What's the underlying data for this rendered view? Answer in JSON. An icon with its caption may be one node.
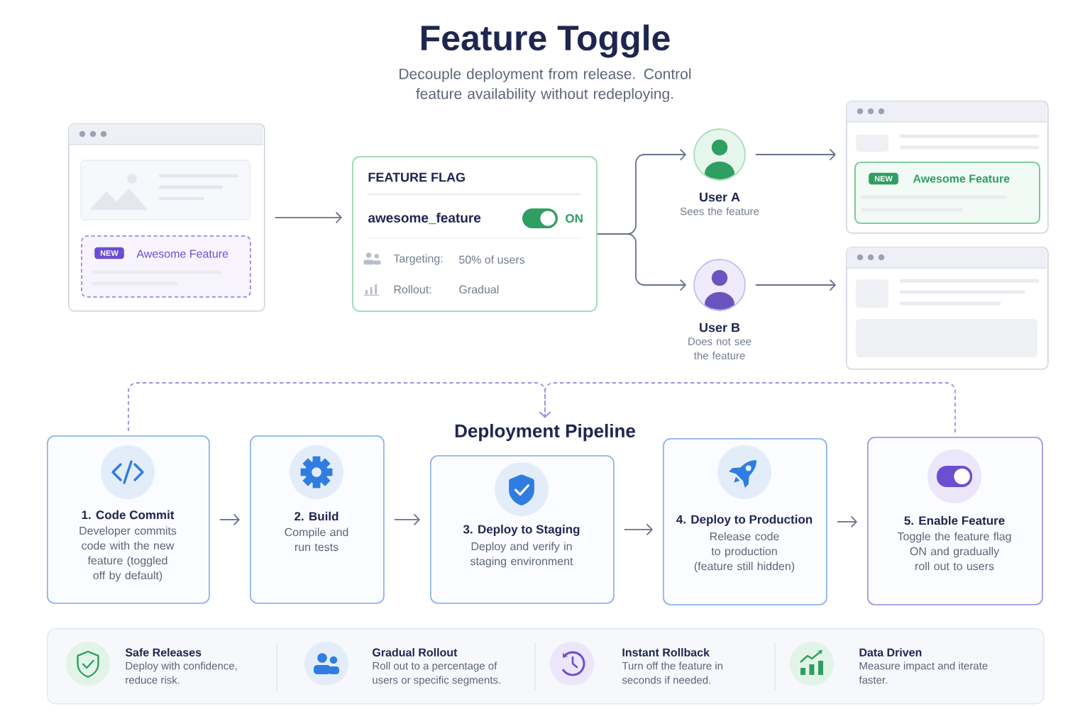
{
  "diagram": {
    "title": "Feature Toggle",
    "nodes": [
      {
        "text": [],
        "shape": "box"
      },
      {
        "text": [
          "NEW",
          "Awesome Feature"
        ],
        "in": 0
      },
      {
        "text": [
          "FEATURE FLAG",
          "awesome_feature",
          "ON",
          "Targeting:",
          "50% of users",
          "Rollout:",
          "Gradual"
        ]
      },
      {
        "text": [
          "User A"
        ],
        "beside": [
          "Sees the feature"
        ]
      },
      {
        "text": [
          "User B"
        ],
        "beside": [
          "Does not see the feature"
        ]
      },
      {
        "text": [],
        "shape": "box"
      },
      {
        "text": [
          "NEW",
          "Awesome Feature"
        ],
        "in": 5
      },
      {
        "text": [],
        "shape": "box"
      },
      {
        "text": [
          "Deployment Pipeline"
        ]
      },
      {
        "text": [
          "1. Code Commit",
          "Developer commits code with the new feature (toggled off by default)"
        ]
      },
      {
        "text": [
          "2. Build",
          "Compile and run tests"
        ]
      },
      {
        "text": [
          "3. Deploy to Staging",
          "Deploy and verify in staging environment"
        ]
      },
      {
        "text": [
          "4. Deploy to Production",
          "Release code to production (feature still hidden)"
        ]
      },
      {
        "text": [
          "5. Enable Feature",
          "Toggle the feature flag ON and gradually roll out to users"
        ]
      },
      {
        "text": [
          "Safe Releases",
          "Deploy with confidence, reduce risk.",
          "Gradual Rollout",
          "Roll out to a percentage of users or specific segments.",
          "Instant Rollback",
          "Turn off the feature in seconds if needed.",
          "Data Driven",
          "Measure impact and iterate faster."
        ]
      }
    ],
    "edges": [
      {
        "from": 0,
        "to": 2,
        "arrow": "to"
      },
      {
        "from": 2,
        "to": 3,
        "arrow": "to"
      },
      {
        "from": 2,
        "to": 4,
        "arrow": "to"
      },
      {
        "from": 3,
        "to": 5,
        "arrow": "to"
      },
      {
        "from": 4,
        "to": 7,
        "arrow": "to"
      },
      {
        "from": 9,
        "to": 8,
        "arrow": "to",
        "style": "dashed",
        "color": "#9b8fe0"
      },
      {
        "from": 13,
        "to": 8,
        "arrow": "to",
        "style": "dashed",
        "color": "#9b8fe0"
      },
      {
        "from": 9,
        "to": 10,
        "arrow": "to"
      },
      {
        "from": 10,
        "to": 11,
        "arrow": "to"
      },
      {
        "from": 11,
        "to": 12,
        "arrow": "to"
      },
      {
        "from": 12,
        "to": 13,
        "arrow": "to"
      }
    ],
    "labels": [
      "Decouple deployment from release. Control feature availability without redeploying."
    ]
  }
}
